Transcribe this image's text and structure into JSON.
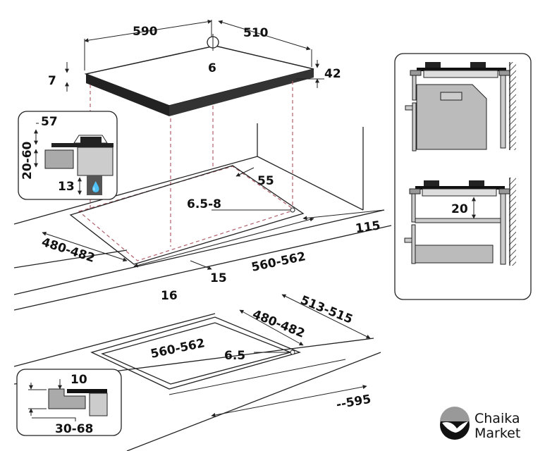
{
  "hob": {
    "width": "590",
    "depth": "510",
    "gas_inlet": "6",
    "glass_thickness": "7",
    "overall_height": "42"
  },
  "burner_detail": {
    "top_clearance": "57",
    "panel_range": "20-60",
    "bottom_gap": "13"
  },
  "upper_countertop": {
    "rear_distance": "55",
    "corner_radius": "6.5-8",
    "side_distance": "115",
    "cutout_depth": "480-482",
    "cutout_width": "560-562",
    "front_margin": "15",
    "front_edge": "16"
  },
  "lower_countertop": {
    "outer_depth": "513-515",
    "cutout_depth": "480-482",
    "cutout_width": "560-562",
    "corner_radius": "6.5",
    "outer_width": "--595"
  },
  "flush_detail": {
    "recess": "10",
    "thickness_range": "30-68"
  },
  "oven_panel": {
    "gap": "20"
  },
  "logo": {
    "line1": "Chaika",
    "line2": "Market"
  }
}
